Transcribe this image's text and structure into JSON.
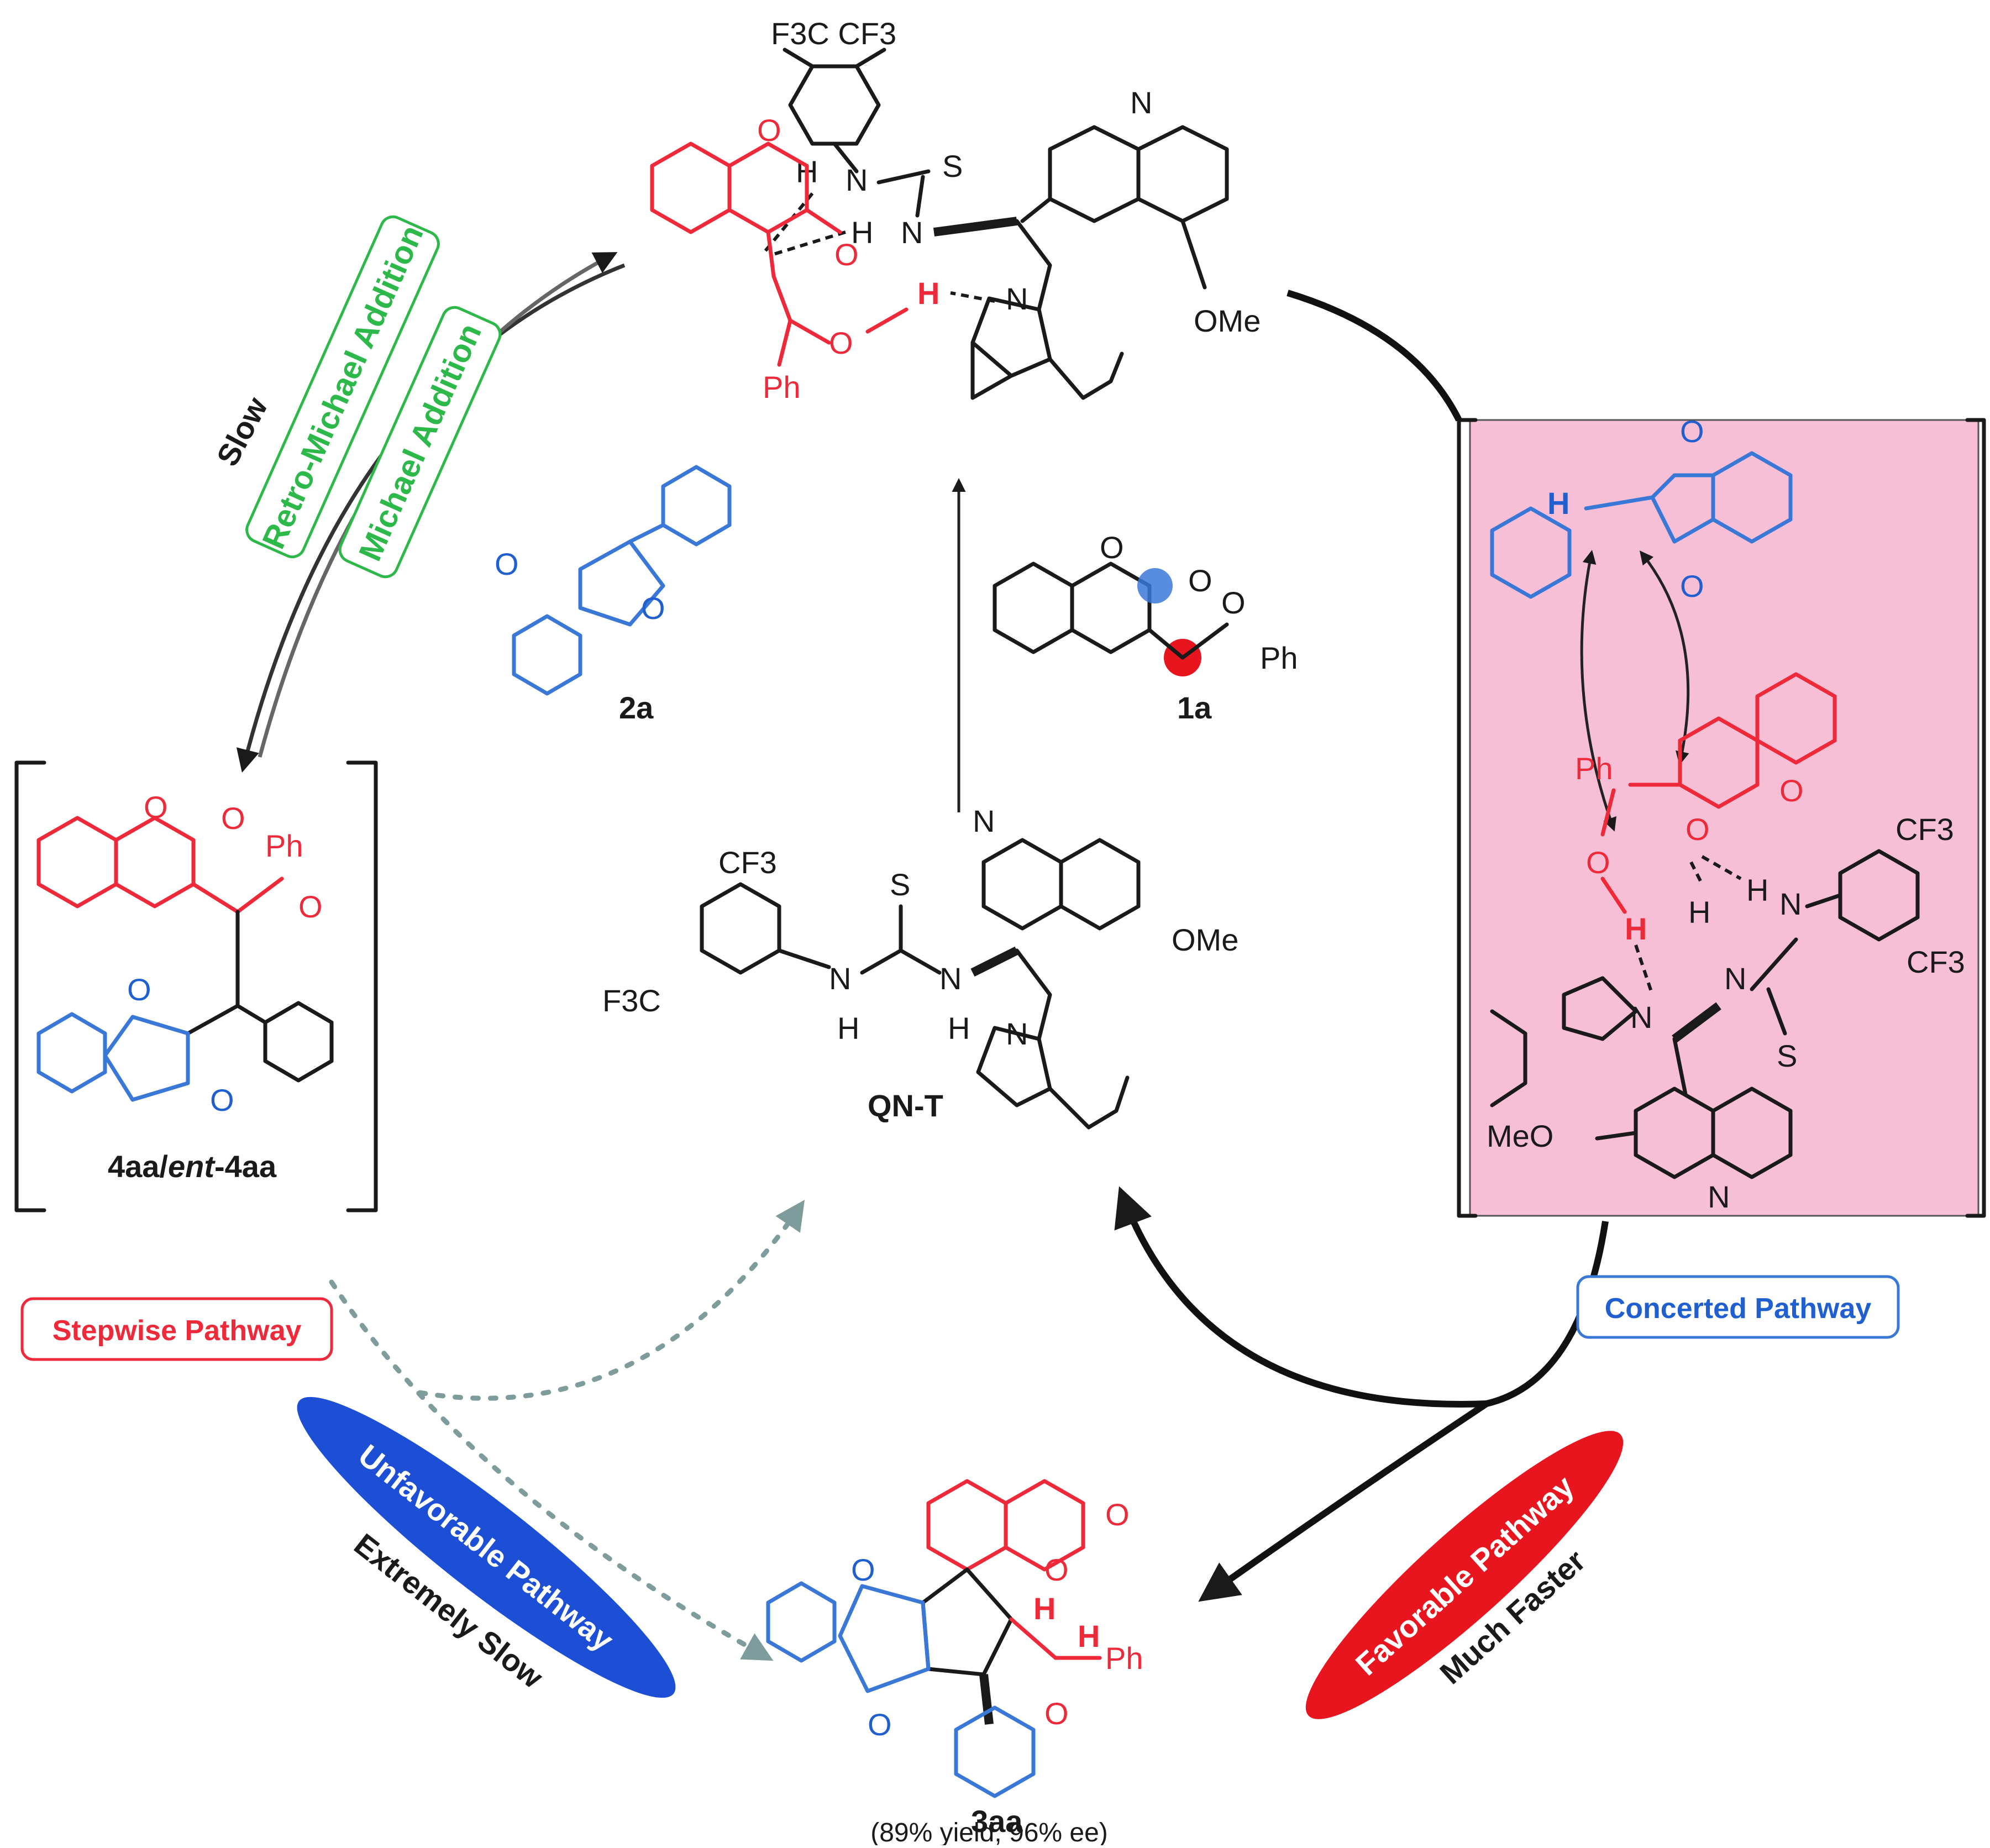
{
  "labels": {
    "slow": "Slow",
    "retro_michael": "Retro-Michael Addition",
    "michael": "Michael Addition",
    "stepwise": "Stepwise Pathway",
    "concerted": "Concerted Pathway",
    "unfavorable": "Unfavorable Pathway",
    "extremely_slow": "Extremely Slow",
    "favorable": "Favorable Pathway",
    "much_faster": "Much Faster"
  },
  "compounds": {
    "c1a": "1a",
    "c2a": "2a",
    "qnt": "QN-T",
    "int_prefix": "4aa/",
    "int_ent": "ent",
    "int_suffix": "-4aa",
    "c3aa": "3aa",
    "c3aa_result": "(89% yield, 96% ee)"
  },
  "atoms": {
    "O": "O",
    "N": "N",
    "S": "S",
    "H": "H",
    "Ph": "Ph",
    "OMe": "OMe",
    "MeO": "MeO",
    "CF3": "CF3",
    "F3C": "F3C",
    "F3C_CF3": "F3C    CF3"
  },
  "colors": {
    "substrate_red": "#ee2a3a",
    "substrate_blue": "#3a78d8",
    "box_pink": "#f7bfd6",
    "green": "#2db84a",
    "ellipse_blue": "#1c4fd6",
    "ellipse_red": "#e8151e"
  }
}
